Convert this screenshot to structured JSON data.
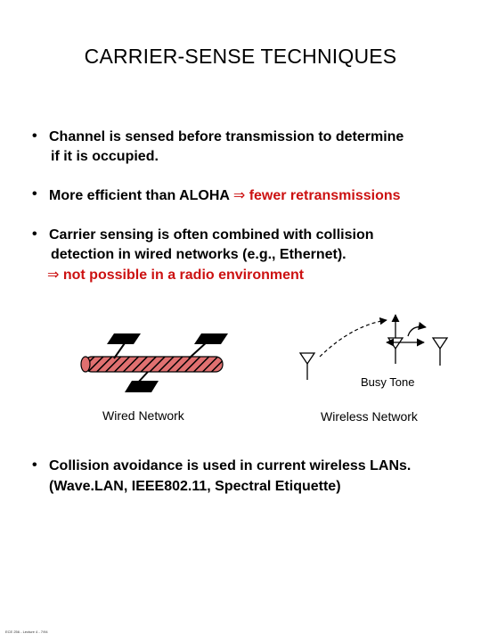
{
  "title": "CARRIER-SENSE TECHNIQUES",
  "bullets": {
    "b1_line1": "Channel is sensed before transmission to determine",
    "b1_line2": "if it is occupied.",
    "b2_text": "More efficient than ALOHA",
    "b2_arrow": "⇒",
    "b2_red": "fewer retransmissions",
    "b3_line1": "Carrier sensing is often combined with collision",
    "b3_line2": "detection in wired networks (e.g., Ethernet).",
    "b3_arrow": "⇒",
    "b3_red": "not possible in a radio environment",
    "b4_line1": "Collision avoidance is used in current wireless LANs.",
    "b4_line2": "(Wave.LAN, IEEE802.11, Spectral Etiquette)"
  },
  "bullet_symbol": "•",
  "diagram": {
    "wired_label": "Wired Network",
    "wireless_label": "Wireless Network",
    "busy_tone_label": "Busy Tone"
  },
  "footer": "ECE 256 - Lecture 4 - 7/94",
  "colors": {
    "accent_red": "#cc1111",
    "cable_fill": "#e07070"
  }
}
